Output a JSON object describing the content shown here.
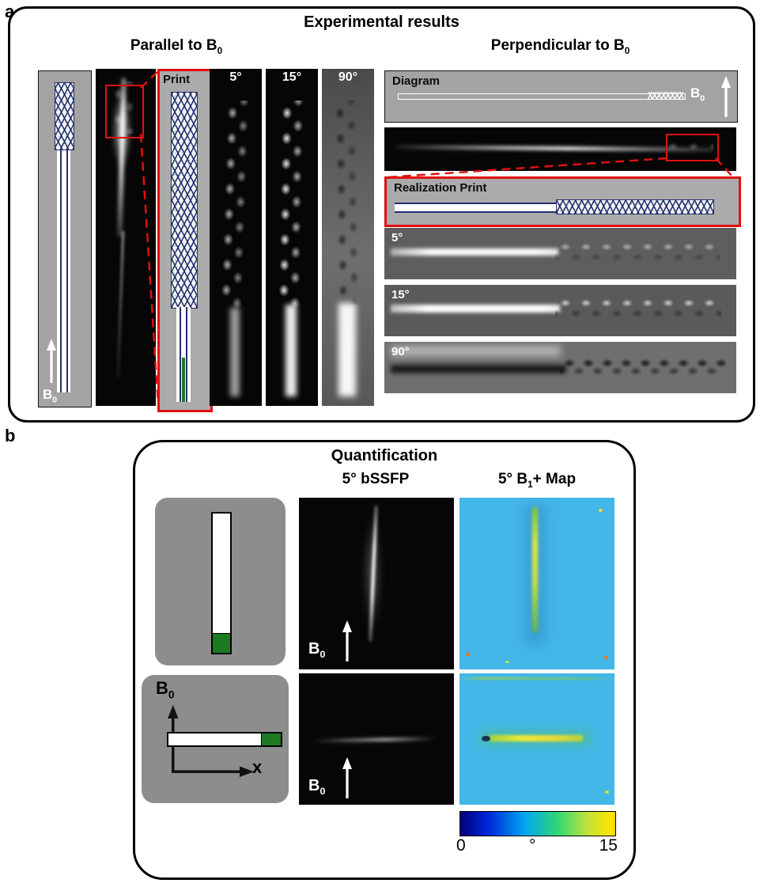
{
  "panel_a": {
    "label": "a",
    "title": "Experimental results",
    "parallel": {
      "heading": {
        "pre": "Parallel to B",
        "sub": "0"
      },
      "b0_label": {
        "base": "B",
        "sub": "0"
      },
      "print_label": "Print",
      "angle_labels": [
        "5°",
        "15°",
        "90°"
      ]
    },
    "perpendicular": {
      "heading": {
        "pre": "Perpendicular to B",
        "sub": "0"
      },
      "diagram_label": "Diagram",
      "b0_label": {
        "base": "B",
        "sub": "0"
      },
      "realization_label": "Realization Print",
      "angle_labels": [
        "5°",
        "15°",
        "90°"
      ]
    }
  },
  "panel_b": {
    "label": "b",
    "title": "Quantification",
    "col_bssfp_heading": "5° bSSFP",
    "col_map_heading": {
      "pre": "5° B",
      "sub": "1",
      "post": "+ Map"
    },
    "row1": {
      "b0_label": {
        "base": "B",
        "sub": "0"
      }
    },
    "row2": {
      "diagram": {
        "b0_label": {
          "base": "B",
          "sub": "0"
        },
        "x_label": "x"
      },
      "b0_label": {
        "base": "B",
        "sub": "0"
      }
    },
    "colorbar": {
      "min_label": "0",
      "unit_label": "°",
      "max_label": "15"
    }
  },
  "colors": {
    "annotation_red": "#e01010",
    "wire_navy": "#24306e",
    "tip_green": "#1d7a23",
    "map_blue": "#43b7e8",
    "colorbar_gradient": [
      "#00007a",
      "#0026dc",
      "#00a8f0",
      "#2fd874",
      "#bfe23a",
      "#ffe600"
    ]
  }
}
